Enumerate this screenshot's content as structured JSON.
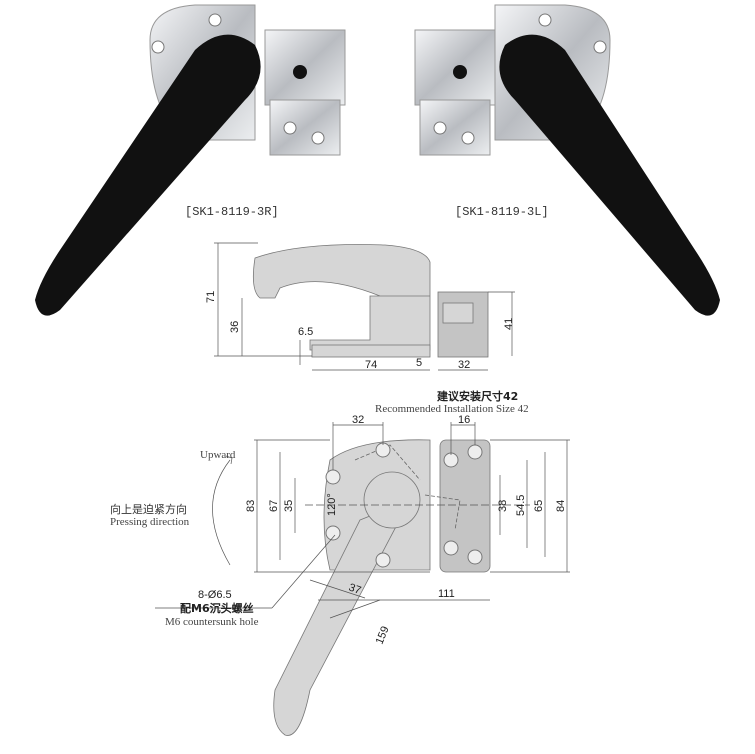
{
  "products": {
    "right_model": "[SK1-8119-3R]",
    "left_model": "[SK1-8119-3L]"
  },
  "side_view": {
    "dims": {
      "height_total": "71",
      "height_handle": "36",
      "base": "6.5",
      "length": "74",
      "gap": "5",
      "keeper_width": "32",
      "keeper_height": "41"
    }
  },
  "front_view": {
    "install_cn": "建议安装尺寸42",
    "install_en": "Recommended Installation Size 42",
    "upward": "Upward",
    "pressing_cn": "向上是迫紧方向",
    "pressing_en": "Pressing direction",
    "hole_spec": "8-Ø6.5",
    "hole_cn": "配M6沉头螺丝",
    "hole_en": "M6 countersunk hole",
    "dims": {
      "d32": "32",
      "d16": "16",
      "d83": "83",
      "d67": "67",
      "d35": "35",
      "angle": "120°",
      "d38": "38",
      "d54_5": "54.5",
      "d65": "65",
      "d84": "84",
      "d37": "37",
      "d111": "111",
      "d159": "159"
    }
  },
  "colors": {
    "handle": "#111111",
    "chrome": "#cfd2d6",
    "drawing": "#d6d6d6"
  }
}
